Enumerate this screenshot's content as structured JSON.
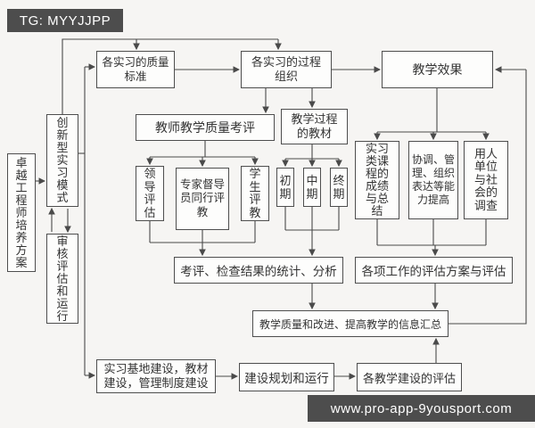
{
  "watermarks": {
    "header": "TG: MYYJJPP",
    "footer": "www.pro-app-9yousport.com"
  },
  "colors": {
    "badge_bg": "#4d4d4d",
    "badge_text": "#ffffff",
    "box_border": "#4e4e4e",
    "line": "#4a4a4a",
    "page_bg": "#f6f5f3"
  },
  "nodes": {
    "program": {
      "text": "卓越工程师培养方案"
    },
    "innovative_mode": {
      "text": "创新型实习模式"
    },
    "review_operation": {
      "text": "审核评估和运行"
    },
    "quality_standards": {
      "text": "各实习的质量标准"
    },
    "process_organization": {
      "text": "各实习的过程组织"
    },
    "teaching_effect": {
      "text": "教学效果"
    },
    "teacher_evaluation": {
      "text": "教师教学质量考评"
    },
    "teaching_materials": {
      "text": "教学过程的教材"
    },
    "leader_evaluation": {
      "text": "领导评估"
    },
    "expert_peer_review": {
      "text": "专家督导员同行评教"
    },
    "student_evaluation": {
      "text": "学生评教"
    },
    "early_stage": {
      "text": "初期"
    },
    "mid_stage": {
      "text": "中期"
    },
    "final_stage": {
      "text": "终期"
    },
    "course_results": {
      "text": "实习类课程的成绩与总结"
    },
    "ability_improvement": {
      "text": "协调、管理、组织表达等能力提高"
    },
    "employer_survey": {
      "text": "用人单位与社会的调查"
    },
    "statistics_analysis": {
      "text": "考评、检查结果的统计、分析"
    },
    "work_evaluation_plan": {
      "text": "各项工作的评估方案与评估"
    },
    "info_summary": {
      "text": "教学质量和改进、提高教学的信息汇总"
    },
    "base_construction": {
      "text": "实习基地建设，教材建设，管理制度建设"
    },
    "construction_planning": {
      "text": "建设规划和运行"
    },
    "construction_evaluation": {
      "text": "各教学建设的评估"
    }
  },
  "edges": [
    {
      "from": "program",
      "to": "innovative_mode"
    },
    {
      "from": "innovative_mode",
      "to": "review_operation"
    },
    {
      "from": "review_operation",
      "to": "innovative_mode"
    },
    {
      "from": "innovative_mode",
      "to": "quality_standards"
    },
    {
      "from": "innovative_mode",
      "to": "process_organization"
    },
    {
      "from": "innovative_mode",
      "to": "base_construction"
    },
    {
      "from": "quality_standards",
      "to": "process_organization"
    },
    {
      "from": "process_organization",
      "to": "teaching_effect"
    },
    {
      "from": "process_organization",
      "to": "teacher_evaluation"
    },
    {
      "from": "process_organization",
      "to": "teaching_materials"
    },
    {
      "from": "teacher_evaluation",
      "to": "leader_evaluation"
    },
    {
      "from": "teacher_evaluation",
      "to": "expert_peer_review"
    },
    {
      "from": "teacher_evaluation",
      "to": "student_evaluation"
    },
    {
      "from": "leader_evaluation",
      "to": "statistics_analysis"
    },
    {
      "from": "expert_peer_review",
      "to": "statistics_analysis"
    },
    {
      "from": "student_evaluation",
      "to": "statistics_analysis"
    },
    {
      "from": "teaching_materials",
      "to": "early_stage"
    },
    {
      "from": "teaching_materials",
      "to": "mid_stage"
    },
    {
      "from": "teaching_materials",
      "to": "final_stage"
    },
    {
      "from": "early_stage",
      "to": "statistics_analysis"
    },
    {
      "from": "mid_stage",
      "to": "statistics_analysis"
    },
    {
      "from": "final_stage",
      "to": "statistics_analysis"
    },
    {
      "from": "teaching_effect",
      "to": "course_results"
    },
    {
      "from": "teaching_effect",
      "to": "ability_improvement"
    },
    {
      "from": "teaching_effect",
      "to": "employer_survey"
    },
    {
      "from": "course_results",
      "to": "work_evaluation_plan"
    },
    {
      "from": "ability_improvement",
      "to": "work_evaluation_plan"
    },
    {
      "from": "employer_survey",
      "to": "work_evaluation_plan"
    },
    {
      "from": "statistics_analysis",
      "to": "info_summary"
    },
    {
      "from": "work_evaluation_plan",
      "to": "info_summary"
    },
    {
      "from": "construction_evaluation",
      "to": "info_summary"
    },
    {
      "from": "info_summary",
      "to": "teaching_effect"
    },
    {
      "from": "base_construction",
      "to": "construction_planning"
    },
    {
      "from": "construction_planning",
      "to": "construction_evaluation"
    }
  ]
}
